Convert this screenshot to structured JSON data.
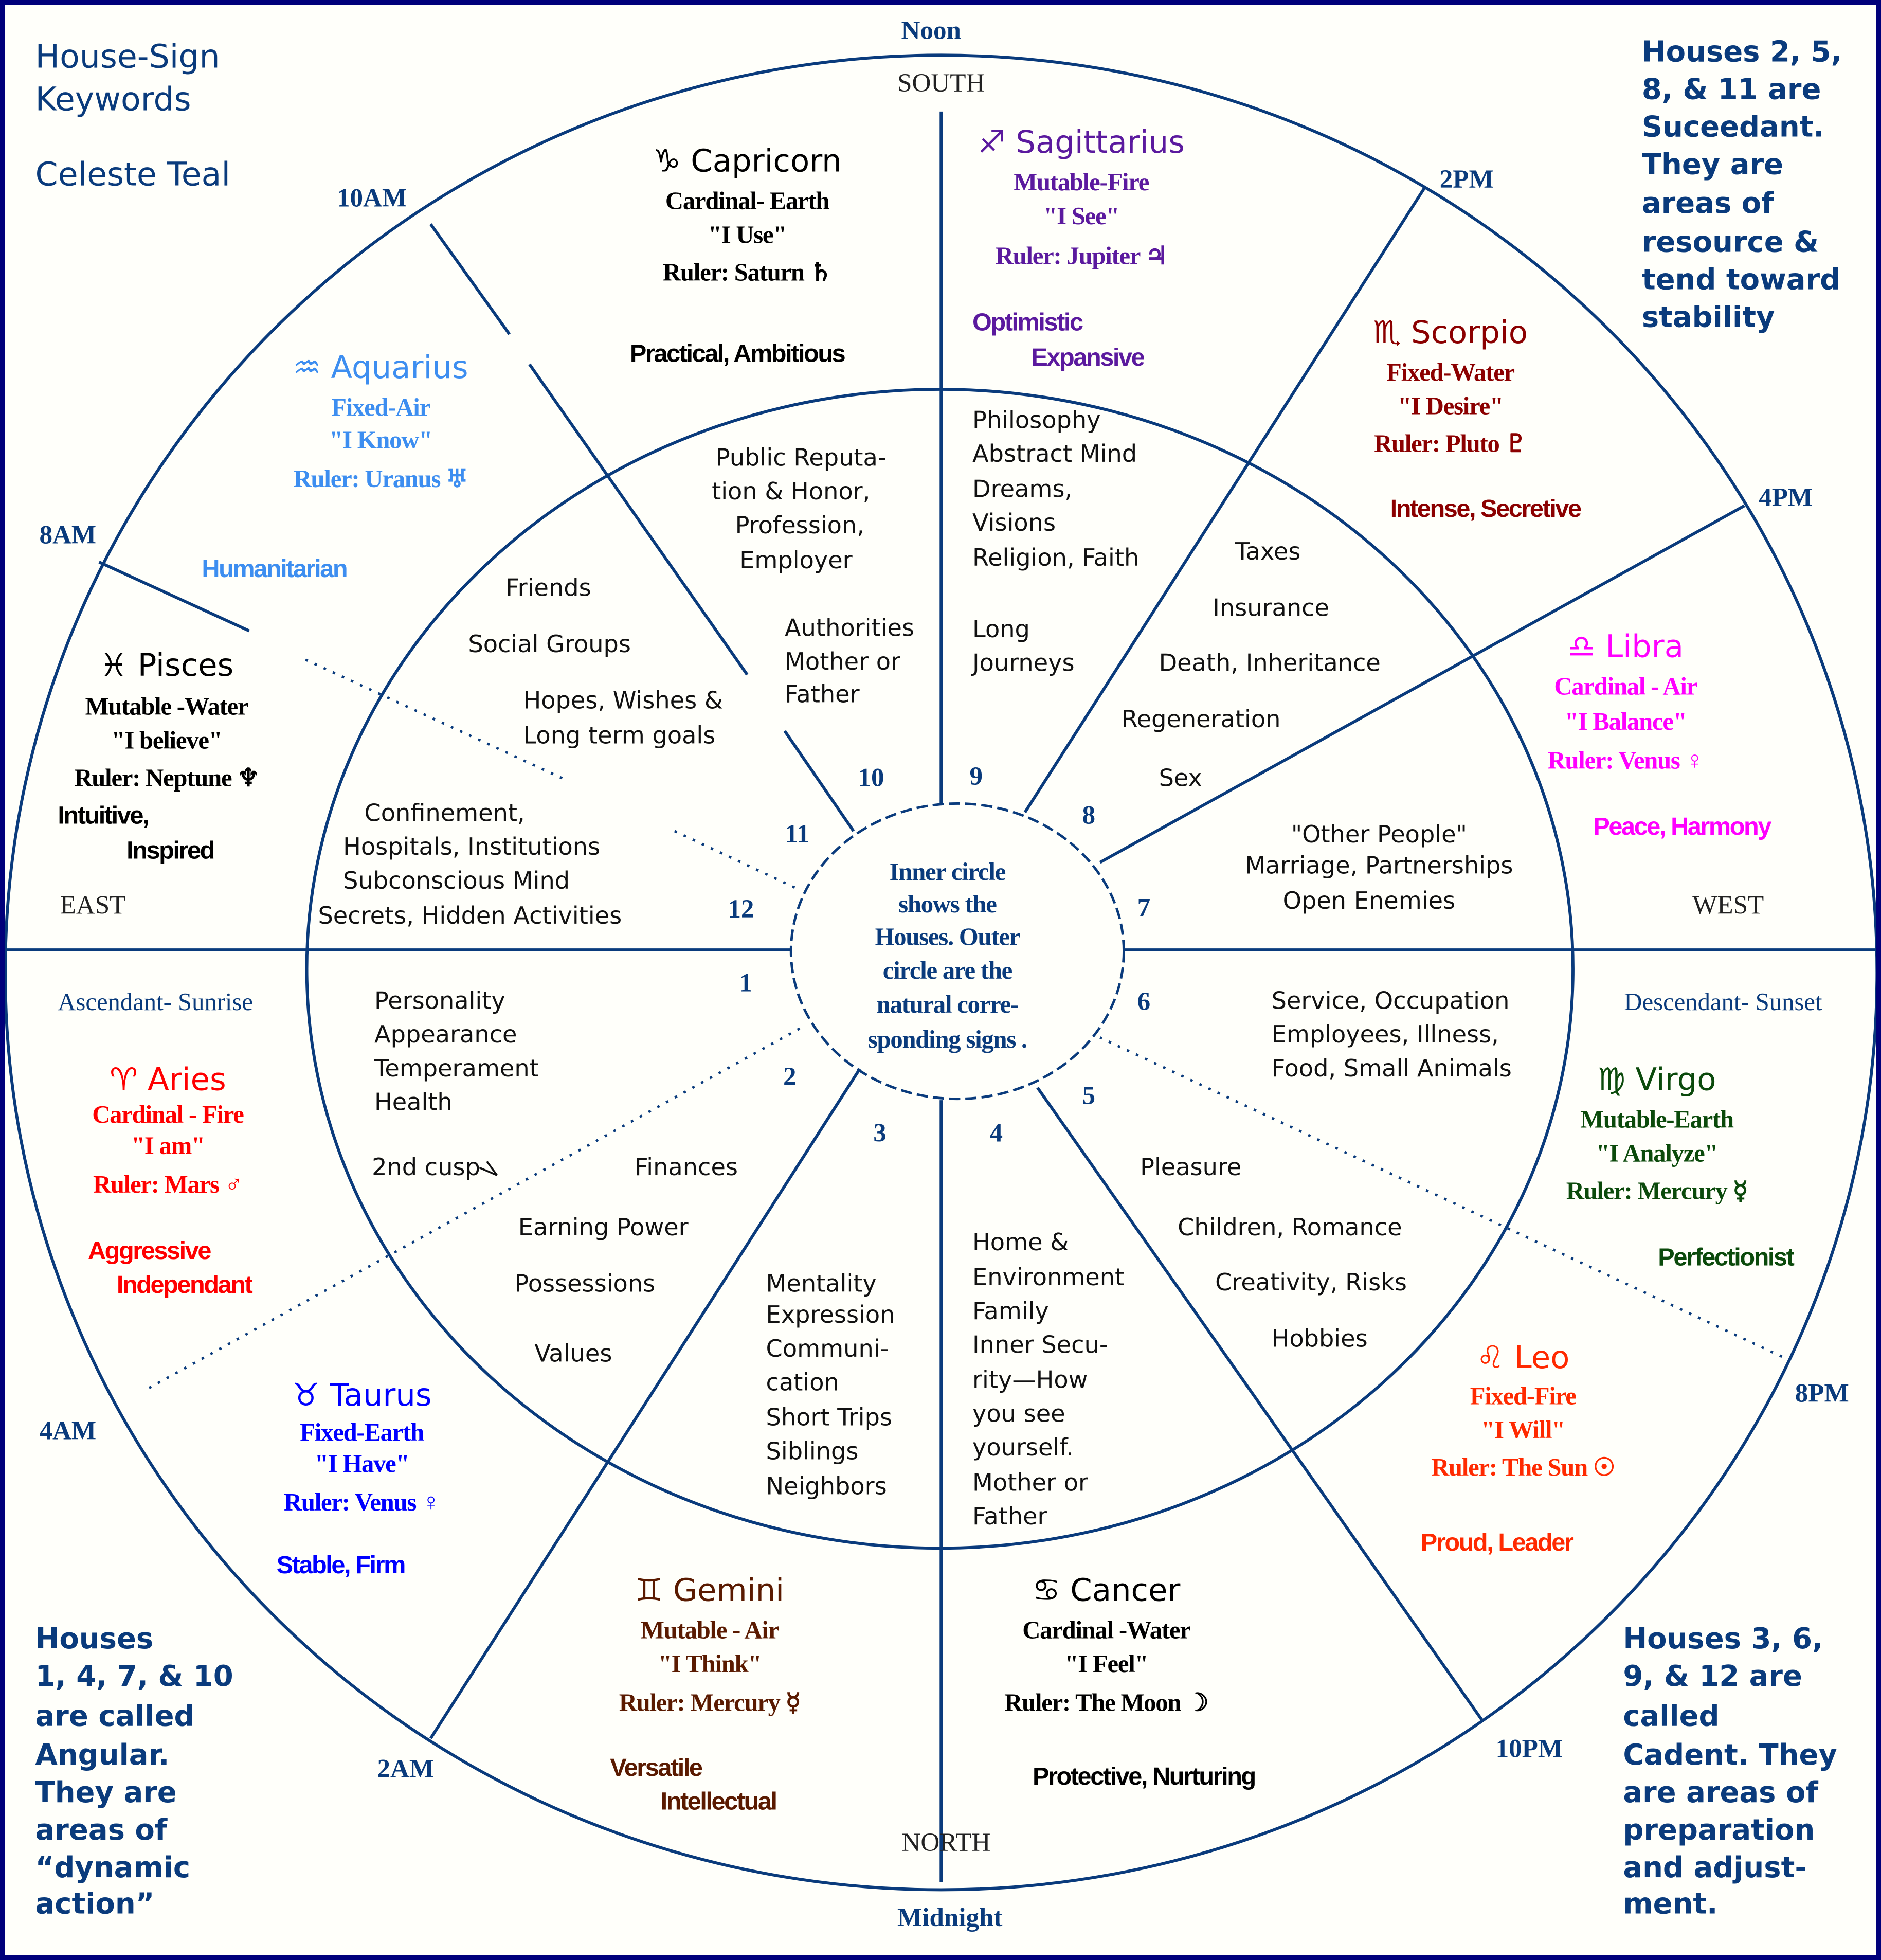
{
  "header": {
    "title_lines": [
      "House-Sign",
      "Keywords"
    ],
    "author": "Celeste Teal"
  },
  "colors": {
    "navy": "#0a3b7c",
    "border": "#00007a",
    "capricorn": "#000000",
    "sagittarius": "#5b1a9e",
    "scorpio": "#8b0000",
    "libra": "#ff00ff",
    "virgo": "#0b4a0b",
    "leo": "#ff2a00",
    "cancer": "#000000",
    "gemini": "#5a1a00",
    "taurus": "#0000ff",
    "aries": "#ff0000",
    "pisces": "#000000",
    "aquarius": "#3d8ef0"
  },
  "corners": {
    "succedent": [
      "Houses 2, 5,",
      "8, & 11 are",
      "Suceedant.",
      "They are",
      "areas of",
      "resource &",
      "tend toward",
      "stability"
    ],
    "angular": [
      "Houses",
      "1, 4, 7, & 10",
      "are called",
      "Angular.",
      "They are",
      "areas of",
      "“dynamic",
      "action”"
    ],
    "cadent": [
      "Houses 3, 6,",
      "9, & 12 are",
      "called",
      "Cadent. They",
      "are areas of",
      "preparation",
      "and adjust-",
      "ment."
    ]
  },
  "times": {
    "noon": "Noon",
    "south": "SOUTH",
    "north": "NORTH",
    "midnight": "Midnight",
    "east": "EAST",
    "west": "WEST",
    "am10": "10AM",
    "pm2": "2PM",
    "am8": "8AM",
    "pm4": "4PM",
    "am4": "4AM",
    "pm8": "8PM",
    "am2": "2AM",
    "pm10": "10PM",
    "ascendant": "Ascendant- Sunrise",
    "descendant": "Descendant- Sunset"
  },
  "center_note": [
    "Inner circle",
    "shows the",
    "Houses. Outer",
    "circle are the",
    "natural corre-",
    "sponding signs ."
  ],
  "house_numbers": [
    "1",
    "2",
    "3",
    "4",
    "5",
    "6",
    "7",
    "8",
    "9",
    "10",
    "11",
    "12"
  ],
  "second_cusp": "2nd cusp",
  "signs": {
    "capricorn": {
      "name": "♑ Capricorn",
      "quality": "Cardinal- Earth",
      "motto": "\"I Use\"",
      "ruler": "Ruler: Saturn ♄",
      "traits": [
        "Practical, Ambitious"
      ]
    },
    "sagittarius": {
      "name": "♐ Sagittarius",
      "quality": "Mutable-Fire",
      "motto": "\"I See\"",
      "ruler": "Ruler: Jupiter ♃",
      "traits": [
        "Optimistic",
        "Expansive"
      ]
    },
    "scorpio": {
      "name": "♏ Scorpio",
      "quality": "Fixed-Water",
      "motto": "\"I Desire\"",
      "ruler": "Ruler: Pluto ♇",
      "traits": [
        "Intense, Secretive"
      ]
    },
    "libra": {
      "name": "♎ Libra",
      "quality": "Cardinal - Air",
      "motto": "\"I Balance\"",
      "ruler": "Ruler: Venus ♀",
      "traits": [
        "Peace, Harmony"
      ]
    },
    "virgo": {
      "name": "♍ Virgo",
      "quality": "Mutable-Earth",
      "motto": "\"I Analyze\"",
      "ruler": "Ruler: Mercury ☿",
      "traits": [
        "Perfectionist"
      ]
    },
    "leo": {
      "name": "♌ Leo",
      "quality": "Fixed-Fire",
      "motto": "\"I Will\"",
      "ruler": "Ruler: The Sun ☉",
      "traits": [
        "Proud, Leader"
      ]
    },
    "cancer": {
      "name": "♋ Cancer",
      "quality": "Cardinal -Water",
      "motto": "\"I Feel\"",
      "ruler": "Ruler: The Moon ☽",
      "traits": [
        "Protective, Nurturing"
      ]
    },
    "gemini": {
      "name": "♊ Gemini",
      "quality": "Mutable - Air",
      "motto": "\"I Think\"",
      "ruler": "Ruler: Mercury ☿",
      "traits": [
        "Versatile",
        "Intellectual"
      ]
    },
    "taurus": {
      "name": "♉ Taurus",
      "quality": "Fixed-Earth",
      "motto": "\"I Have\"",
      "ruler": "Ruler: Venus ♀",
      "traits": [
        "Stable, Firm"
      ]
    },
    "aries": {
      "name": "♈ Aries",
      "quality": "Cardinal - Fire",
      "motto": "\"I am\"",
      "ruler": "Ruler: Mars ♂",
      "traits": [
        "Aggressive",
        "Independant"
      ]
    },
    "pisces": {
      "name": "♓ Pisces",
      "quality": "Mutable -Water",
      "motto": "\"I believe\"",
      "ruler": "Ruler: Neptune ♆",
      "traits": [
        "Intuitive,",
        "Inspired"
      ]
    },
    "aquarius": {
      "name": "♒ Aquarius",
      "quality": "Fixed-Air",
      "motto": "\"I Know\"",
      "ruler": "Ruler: Uranus ♅",
      "traits": [
        "Humanitarian"
      ]
    }
  },
  "houses": {
    "h1": [
      "Personality",
      "Appearance",
      "Temperament",
      "Health"
    ],
    "h2": [
      "Finances",
      "Earning Power",
      "Possessions",
      "Values"
    ],
    "h3": [
      "Mentality",
      "Expression",
      "Communi-",
      "cation",
      "Short Trips",
      "Siblings",
      "Neighbors"
    ],
    "h4": [
      "Home &",
      "Environment",
      "Family",
      "Inner Secu-",
      "rity—How",
      "you see",
      "yourself.",
      "Mother or",
      "Father"
    ],
    "h5": [
      "Pleasure",
      "Children, Romance",
      "Creativity, Risks",
      "Hobbies"
    ],
    "h6": [
      "Service, Occupation",
      "Employees, Illness,",
      "Food, Small Animals"
    ],
    "h7": [
      "\"Other People\"",
      "Marriage, Partnerships",
      "Open Enemies"
    ],
    "h8": [
      "Taxes",
      "Insurance",
      "Death, Inheritance",
      "Regeneration",
      "Sex"
    ],
    "h9": [
      "Philosophy",
      "Abstract Mind",
      "Dreams,",
      "Visions",
      "Religion, Faith",
      "Long",
      "Journeys"
    ],
    "h10": [
      "Public Reputa-",
      "tion & Honor,",
      "Profession,",
      "Employer",
      "Authorities",
      "Mother or",
      "Father"
    ],
    "h11": [
      "Friends",
      "Social Groups",
      "Hopes, Wishes &",
      "Long term goals"
    ],
    "h12": [
      "Confinement,",
      "Hospitals, Institutions",
      "Subconscious Mind",
      "Secrets, Hidden Activities"
    ]
  }
}
